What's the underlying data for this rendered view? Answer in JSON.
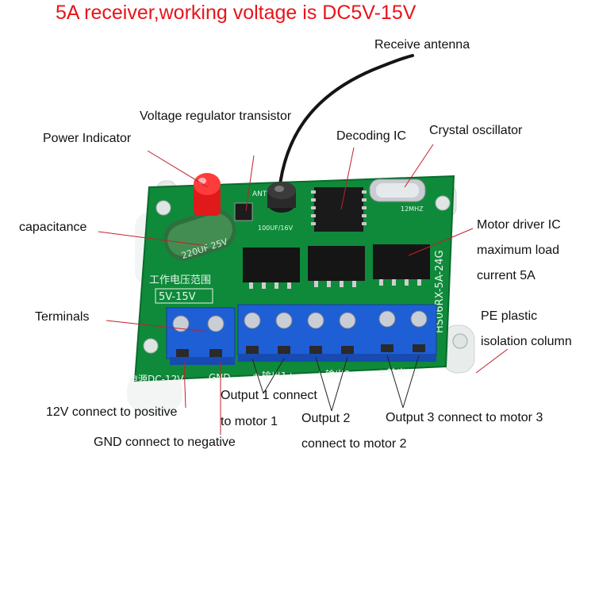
{
  "title": "5A receiver,working voltage is DC5V-15V",
  "labels": {
    "antenna": "Receive antenna",
    "regulator": "Voltage regulator transistor",
    "power_indicator": "Power Indicator",
    "decoding_ic": "Decoding IC",
    "crystal": "Crystal oscillator",
    "capacitance": "capacitance",
    "motor_driver_1": "Motor driver IC",
    "motor_driver_2": "maximum load",
    "motor_driver_3": "current 5A",
    "terminals": "Terminals",
    "pe_1": "PE plastic",
    "pe_2": "isolation column",
    "v12": "12V connect to positive",
    "gnd": "GND connect to negative",
    "out1_1": "Output 1 connect",
    "out1_2": "to motor 1",
    "out2_1": "Output 2",
    "out2_2": "connect to motor 2",
    "out3": "Output 3 connect to motor 3"
  },
  "board": {
    "work_voltage_cn": "工作电压范围",
    "range": "5V-15V",
    "model": "HS06RX-5A-24G",
    "cap_small": "100UF/16V",
    "cap_big": "220UF 25V",
    "crystal_mark": "12MHZ",
    "ant_mark": "ANT",
    "terminal_labels": [
      "电源DC-12V",
      "GND",
      "±",
      "输出1±",
      "±",
      "输出2±",
      "±",
      "输出3±"
    ]
  },
  "colors": {
    "title": "#e8141b",
    "pcb": "#0f8a3a",
    "terminal_block": "#1e5fd6",
    "led": "#e01a1a",
    "leader": "#c0202a"
  }
}
